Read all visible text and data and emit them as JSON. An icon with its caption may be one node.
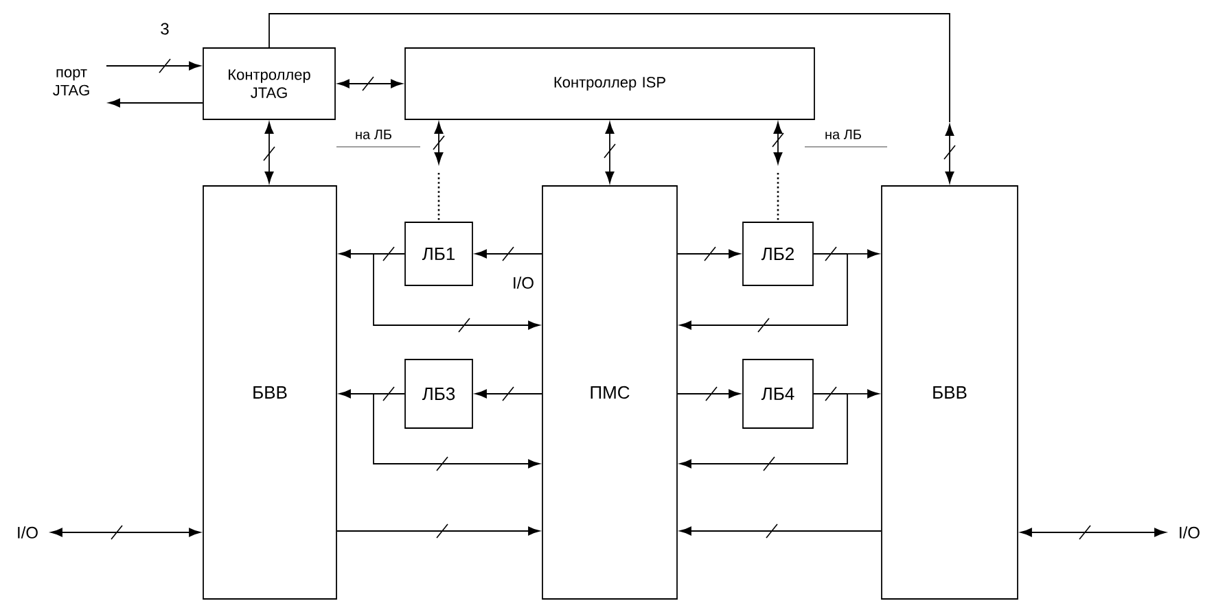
{
  "diagram": {
    "nodes": [
      {
        "text": [
          "порт JTAG"
        ]
      },
      {
        "text": [
          "Контроллер JTAG"
        ]
      },
      {
        "text": [
          "Контроллер ISP"
        ]
      },
      {
        "text": [
          "БВВ"
        ]
      },
      {
        "text": [
          "ЛБ1"
        ]
      },
      {
        "text": [
          "ПМС"
        ]
      },
      {
        "text": [
          "ЛБ2"
        ]
      },
      {
        "text": [
          "ЛБ3"
        ]
      },
      {
        "text": [
          "ЛБ4"
        ]
      },
      {
        "text": [
          "БВВ"
        ]
      },
      {
        "text": [
          "I/O"
        ]
      },
      {
        "text": [
          "I/O"
        ]
      }
    ],
    "edges": [
      {
        "from": 0,
        "to": 1,
        "arrow": "to"
      },
      {
        "from": 1,
        "to": 0,
        "arrow": "to"
      },
      {
        "from": 1,
        "to": 2,
        "arrow": "both"
      },
      {
        "from": 1,
        "to": 3,
        "arrow": "both"
      },
      {
        "from": 2,
        "to": null,
        "arrow": "both",
        "label": "на ЛБ"
      },
      {
        "from": 2,
        "to": 5,
        "arrow": "both"
      },
      {
        "from": 2,
        "to": null,
        "arrow": "both",
        "label": "на ЛБ"
      },
      {
        "from": 1,
        "to": null,
        "arrow": "none"
      },
      {
        "from": 5,
        "to": 4,
        "arrow": "to"
      },
      {
        "from": 4,
        "to": 3,
        "arrow": "to"
      },
      {
        "from": 4,
        "to": 5,
        "arrow": "to"
      },
      {
        "from": 5,
        "to": 6,
        "arrow": "to"
      },
      {
        "from": 6,
        "to": 9,
        "arrow": "to"
      },
      {
        "from": 6,
        "to": 5,
        "arrow": "to"
      },
      {
        "from": 5,
        "to": 7,
        "arrow": "to"
      },
      {
        "from": 7,
        "to": 3,
        "arrow": "to"
      },
      {
        "from": 7,
        "to": 5,
        "arrow": "to"
      },
      {
        "from": 5,
        "to": 8,
        "arrow": "to"
      },
      {
        "from": 8,
        "to": 9,
        "arrow": "to"
      },
      {
        "from": 8,
        "to": 5,
        "arrow": "to"
      },
      {
        "from": 3,
        "to": 5,
        "arrow": "to"
      },
      {
        "from": 9,
        "to": 5,
        "arrow": "to"
      },
      {
        "from": 10,
        "to": 3,
        "arrow": "both"
      },
      {
        "from": 9,
        "to": 11,
        "arrow": "both"
      },
      {
        "from": null,
        "to": 4,
        "arrow": "none",
        "style": "dashed"
      },
      {
        "from": null,
        "to": 6,
        "arrow": "none",
        "style": "dashed"
      },
      {
        "from": null,
        "to": 9,
        "arrow": "both"
      }
    ],
    "labels": [
      "3",
      "I/O"
    ]
  }
}
